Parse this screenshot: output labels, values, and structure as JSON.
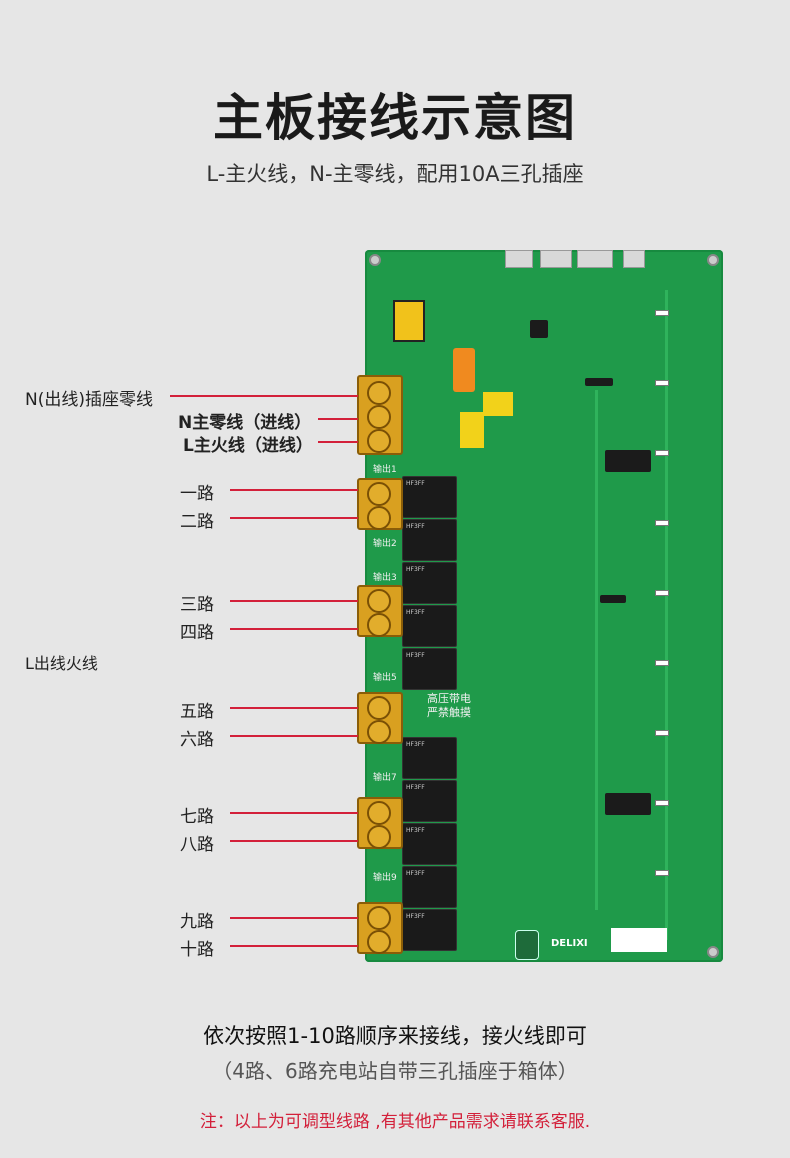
{
  "title": "主板接线示意图",
  "subtitle": "L-主火线，N-主零线，配用10A三孔插座",
  "labels": {
    "n_out": "N(出线)插座零线",
    "n_main": "N主零线（进线）",
    "l_main": "L主火线（进线）",
    "l_out": "L出线火线",
    "routes": [
      "一路",
      "二路",
      "三路",
      "四路",
      "五路",
      "六路",
      "七路",
      "八路",
      "九路",
      "十路"
    ]
  },
  "board": {
    "outputs": [
      "输出1",
      "输出2",
      "输出3",
      "输出5",
      "输出7",
      "输出9"
    ],
    "warning": [
      "高压带电",
      "严禁触摸"
    ],
    "brand": "DELIXI",
    "relay_text": "HF3FF"
  },
  "notes": {
    "line1": "依次按照1-10路顺序来接线，接火线即可",
    "line2": "（4路、6路充电站自带三孔插座于箱体）",
    "line3": "注：以上为可调型线路 ,有其他产品需求请联系客服."
  },
  "colors": {
    "accent": "#d3203a",
    "board": "#1f9a4a",
    "terminal": "#d9a020"
  }
}
